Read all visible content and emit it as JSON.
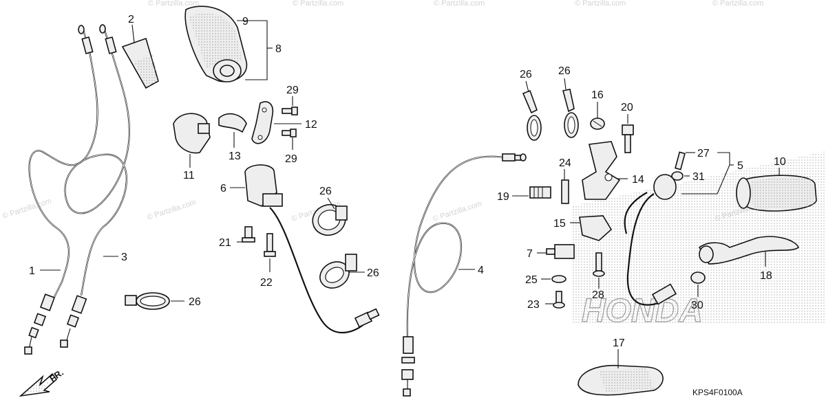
{
  "diagram": {
    "reference_code": "KPS4F0100A",
    "front_indicator": "FR.",
    "watermark": "© Partzilla.com",
    "brand_watermark": "HONDA",
    "callouts": {
      "c1": "1",
      "c2": "2",
      "c3": "3",
      "c4": "4",
      "c5": "5",
      "c6": "6",
      "c7": "7",
      "c8": "8",
      "c9": "9",
      "c10": "10",
      "c11": "11",
      "c12": "12",
      "c13": "13",
      "c14": "14",
      "c15": "15",
      "c16": "16",
      "c17": "17",
      "c18": "18",
      "c19": "19",
      "c20": "20",
      "c21": "21",
      "c22": "22",
      "c23": "23",
      "c24": "24",
      "c25": "25",
      "c26a": "26",
      "c26b": "26",
      "c26c": "26",
      "c26d": "26",
      "c26e": "26",
      "c27": "27",
      "c28": "28",
      "c29a": "29",
      "c29b": "29",
      "c30": "30",
      "c31": "31"
    }
  }
}
